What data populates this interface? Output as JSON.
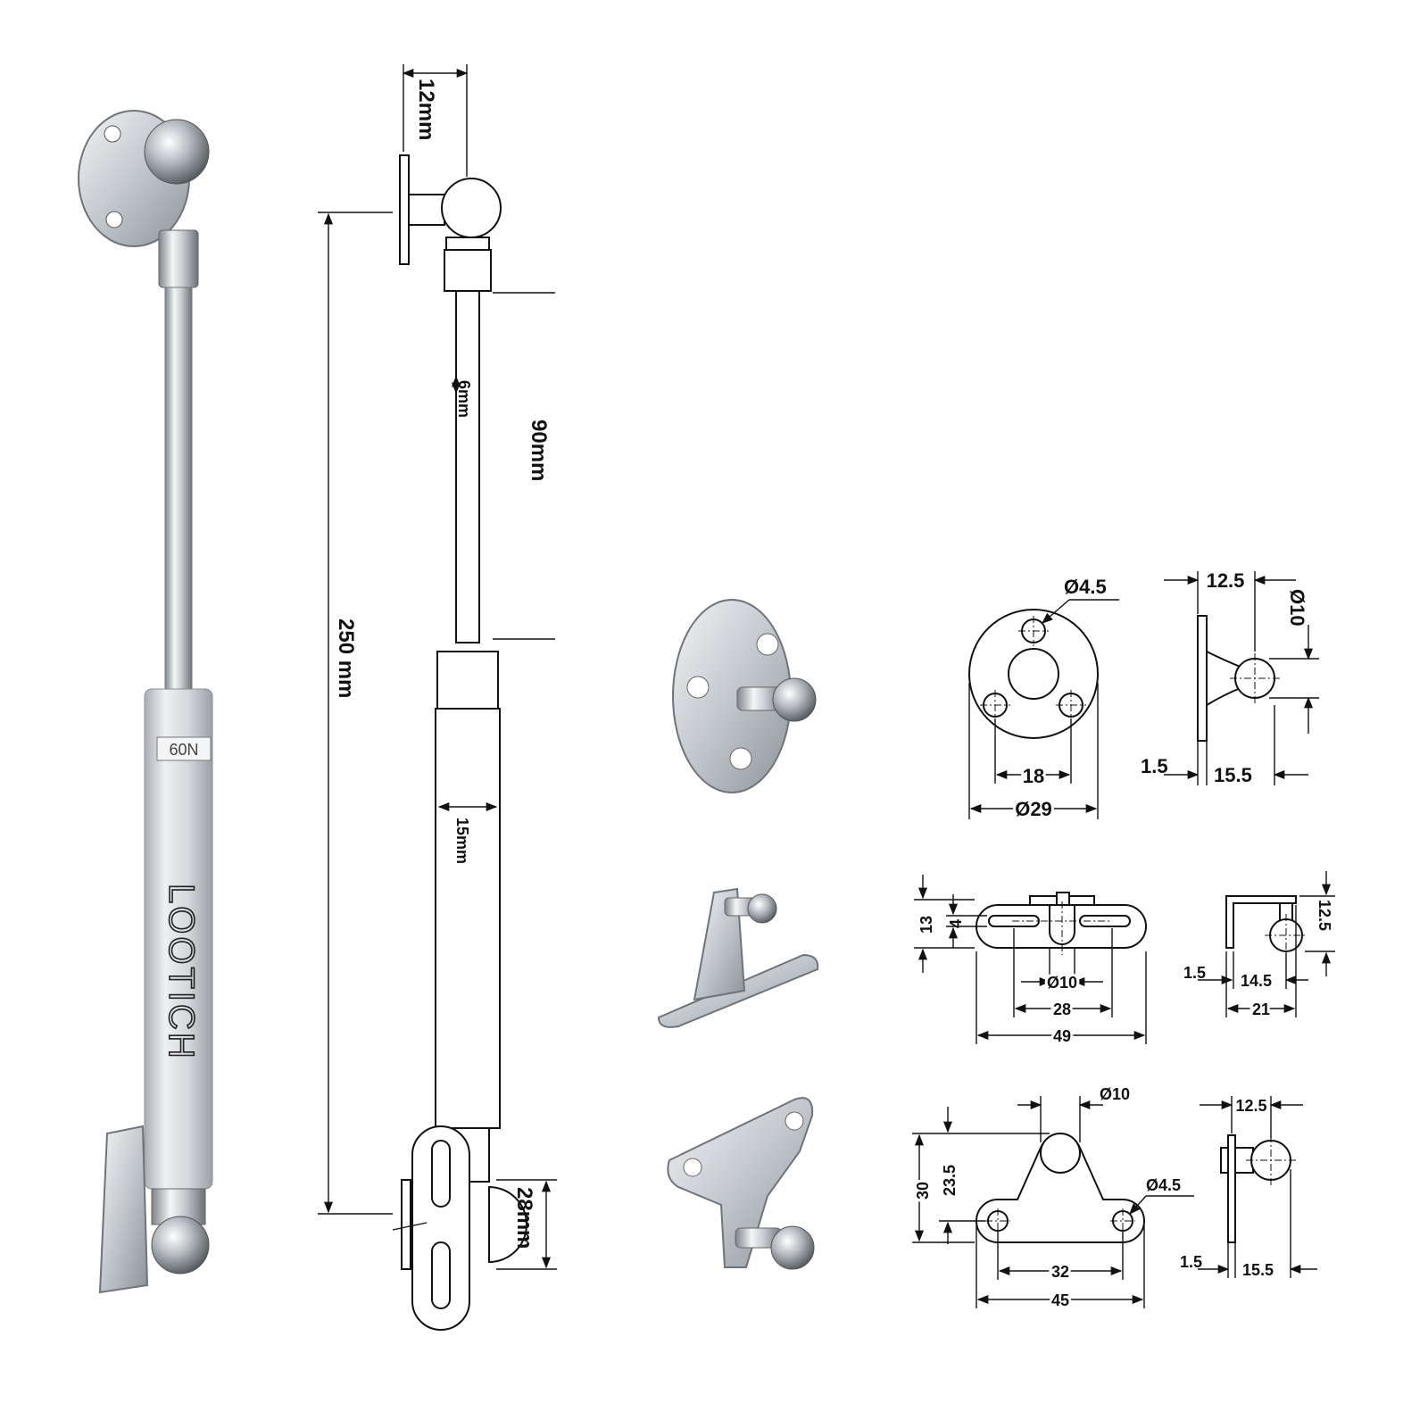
{
  "colors": {
    "metal_light": "#e9ebee",
    "metal_mid": "#bfc4ca",
    "metal_dark": "#6e747b",
    "line": "#111111",
    "background": "#ffffff"
  },
  "strut_photo": {
    "brand_label": "LOOTICH",
    "force_label": "60N"
  },
  "strut_drawing": {
    "dims": {
      "top_mount_width": "12mm",
      "stroke_length": "90mm",
      "total_length": "250 mm",
      "rod_diameter": "6mm",
      "body_diameter": "15mm",
      "bottom_mount_height": "28mm"
    }
  },
  "bracket_round": {
    "hole_dia": "Ø4.5",
    "hole_spacing": "18",
    "plate_dia": "Ø29"
  },
  "bracket_round_side": {
    "stud_length": "12.5",
    "ball_dia": "Ø10",
    "plate_thickness": "1.5",
    "total_depth": "15.5"
  },
  "bracket_l_top": {
    "total_height": "13",
    "slot_width": "4",
    "ball_dia": "Ø10",
    "slot_spacing": "28",
    "total_length": "49"
  },
  "bracket_l_side": {
    "height": "12.5",
    "plate_thickness": "1.5",
    "ball_offset": "14.5",
    "total_depth": "21"
  },
  "bracket_tri_top": {
    "ball_dia": "Ø10",
    "hole_dia": "Ø4.5",
    "total_height": "30",
    "ball_height": "23.5",
    "hole_spacing": "32",
    "total_length": "45"
  },
  "bracket_tri_side": {
    "stud_length": "12.5",
    "plate_thickness": "1.5",
    "total_depth": "15.5"
  }
}
